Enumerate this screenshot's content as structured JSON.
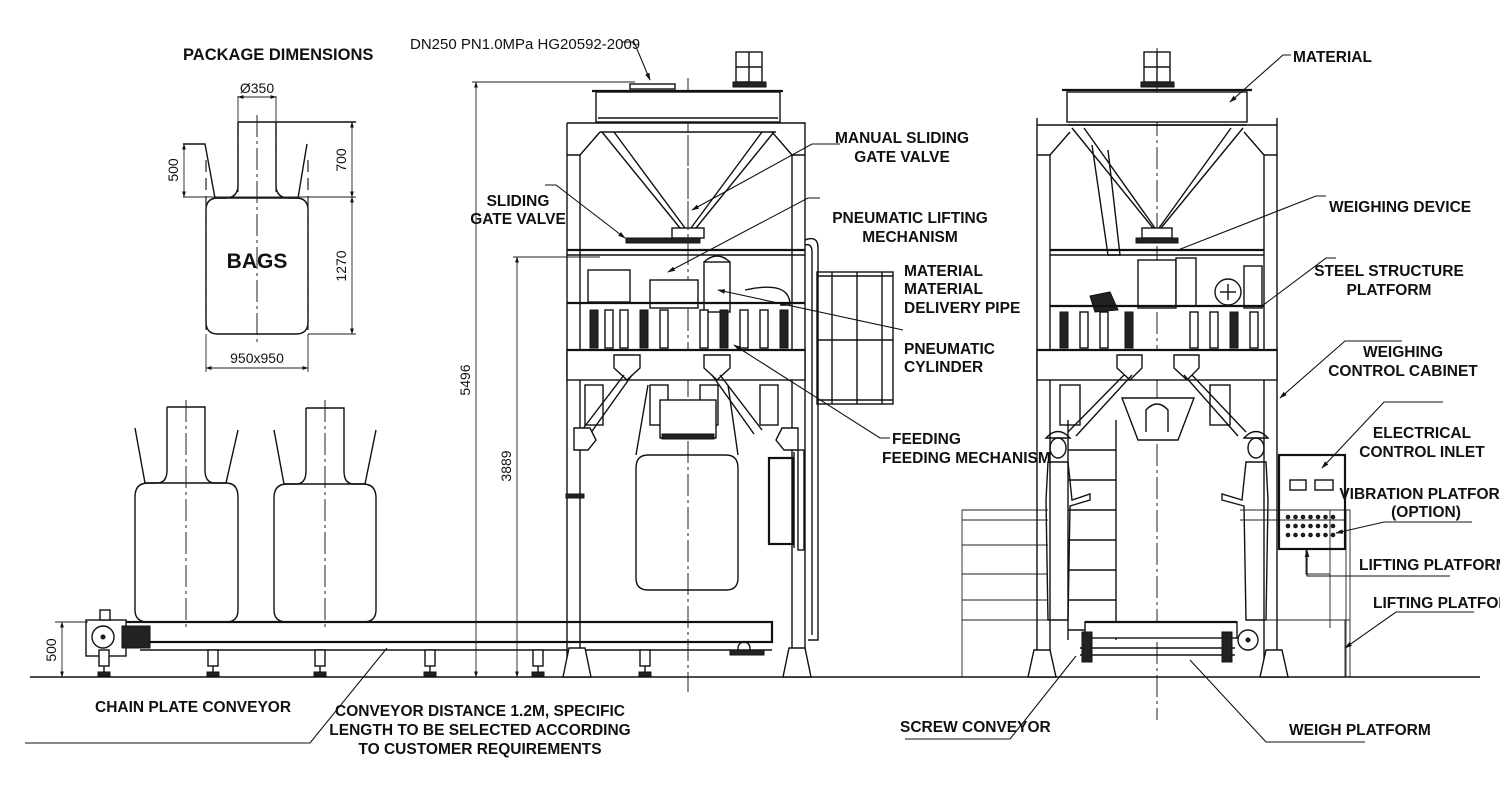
{
  "drawing": {
    "colors": {
      "line": "#111111",
      "background": "#ffffff"
    },
    "package_section": {
      "title": "PACKAGE DIMENSIONS",
      "bag_label": "BAGS",
      "dim_spout_diameter": "Ø350",
      "dim_base": "950x950",
      "dim_loop_height": "500",
      "dim_spout_height": "700",
      "dim_body_height": "1270"
    },
    "front_view": {
      "flange_spec": "DN250 PN1.0MPa HG20592-2009",
      "dim_total_height": "5496",
      "dim_platform_height": "3889",
      "dim_conveyor_height": "500",
      "labels": {
        "sliding_gate_valve": [
          "SLIDING",
          "GATE VALVE"
        ],
        "manual_sliding_gate_valve": [
          "MANUAL SLIDING",
          "GATE VALVE"
        ],
        "pneumatic_lifting_mechanism": [
          "PNEUMATIC LIFTING",
          "MECHANISM"
        ],
        "material_delivery_pipe": [
          "MATERIAL",
          "MATERIAL",
          "DELIVERY PIPE"
        ],
        "pneumatic_cylinder": [
          "PNEUMATIC",
          "CYLINDER"
        ],
        "feeding_mechanism": [
          "FEEDING",
          "FEEDING MECHANISM"
        ],
        "chain_plate_conveyor": "CHAIN PLATE CONVEYOR",
        "conveyor_note": [
          "CONVEYOR DISTANCE 1.2M, SPECIFIC",
          "LENGTH TO BE SELECTED ACCORDING",
          "TO CUSTOMER REQUIREMENTS"
        ]
      }
    },
    "side_view": {
      "labels": {
        "material": "MATERIAL",
        "weighing_device": "WEIGHING DEVICE",
        "steel_structure_platform": [
          "STEEL STRUCTURE",
          "PLATFORM"
        ],
        "weighing_control_cabinet": [
          "WEIGHING",
          "CONTROL CABINET"
        ],
        "electrical_control_inlet": [
          "ELECTRICAL",
          "CONTROL INLET"
        ],
        "vibration_platform": [
          "VIBRATION PLATFORM",
          "(OPTION)"
        ],
        "lifting_platform_1": "LIFTING PLATFORM",
        "lifting_platform_2": "LIFTING PLATFORM",
        "screw_conveyor": "SCREW CONVEYOR",
        "weigh_platform": "WEIGH PLATFORM"
      }
    }
  }
}
